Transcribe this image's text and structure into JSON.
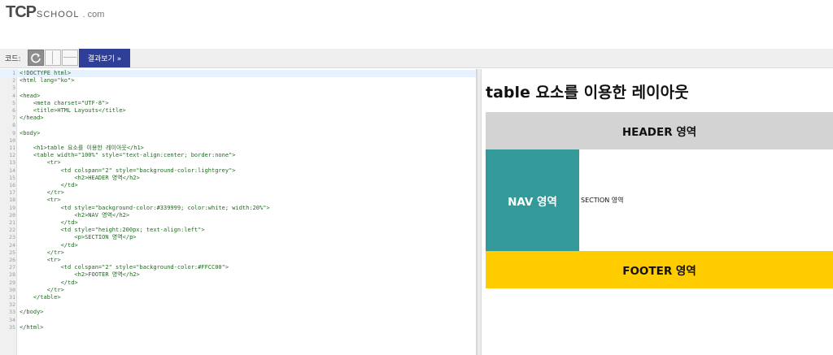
{
  "logo": {
    "tcp": "TCP",
    "school": "SCHOOL",
    "dotcom": ". com"
  },
  "toolbar": {
    "label": "코드:",
    "refresh_icon": "refresh-icon",
    "layout_vertical_icon": "split-vertical-icon",
    "layout_horizontal_icon": "split-horizontal-icon",
    "result_button": "결과보기 »"
  },
  "editor": {
    "lines": [
      {
        "n": "1",
        "text": "<!DOCTYPE html>"
      },
      {
        "n": "2",
        "text": "<html lang=\"ko\">"
      },
      {
        "n": "3",
        "text": ""
      },
      {
        "n": "4",
        "text": "<head>"
      },
      {
        "n": "5",
        "text": "    <meta charset=\"UTF-8\">"
      },
      {
        "n": "6",
        "text": "    <title>HTML Layouts</title>"
      },
      {
        "n": "7",
        "text": "</head>"
      },
      {
        "n": "8",
        "text": ""
      },
      {
        "n": "9",
        "text": "<body>"
      },
      {
        "n": "10",
        "text": ""
      },
      {
        "n": "11",
        "text": "    <h1>table 요소를 이용한 레이아웃</h1>"
      },
      {
        "n": "12",
        "text": "    <table width=\"100%\" style=\"text-align:center; border:none\">"
      },
      {
        "n": "13",
        "text": "        <tr>"
      },
      {
        "n": "14",
        "text": "            <td colspan=\"2\" style=\"background-color:lightgrey\">"
      },
      {
        "n": "15",
        "text": "                <h2>HEADER 영역</h2>"
      },
      {
        "n": "16",
        "text": "            </td>"
      },
      {
        "n": "17",
        "text": "        </tr>"
      },
      {
        "n": "18",
        "text": "        <tr>"
      },
      {
        "n": "19",
        "text": "            <td style=\"background-color:#339999; color:white; width:20%\">"
      },
      {
        "n": "20",
        "text": "                <h2>NAV 영역</h2>"
      },
      {
        "n": "21",
        "text": "            </td>"
      },
      {
        "n": "22",
        "text": "            <td style=\"height:200px; text-align:left\">"
      },
      {
        "n": "23",
        "text": "                <p>SECTION 영역</p>"
      },
      {
        "n": "24",
        "text": "            </td>"
      },
      {
        "n": "25",
        "text": "        </tr>"
      },
      {
        "n": "26",
        "text": "        <tr>"
      },
      {
        "n": "27",
        "text": "            <td colspan=\"2\" style=\"background-color:#FFCC00\">"
      },
      {
        "n": "28",
        "text": "                <h2>FOOTER 영역</h2>"
      },
      {
        "n": "29",
        "text": "            </td>"
      },
      {
        "n": "30",
        "text": "        </tr>"
      },
      {
        "n": "31",
        "text": "    </table>"
      },
      {
        "n": "32",
        "text": ""
      },
      {
        "n": "33",
        "text": "</body>"
      },
      {
        "n": "34",
        "text": ""
      },
      {
        "n": "35",
        "text": "</html>"
      }
    ]
  },
  "result": {
    "h1": "table 요소를 이용한 레이아웃",
    "header": "HEADER 영역",
    "nav": "NAV 영역",
    "section": "SECTION 영역",
    "footer": "FOOTER 영역"
  },
  "colors": {
    "result_button_bg": "#2f3e96",
    "header_bg": "#d3d3d3",
    "nav_bg": "#339999",
    "footer_bg": "#ffcc00",
    "code_text": "#1f6b1f"
  }
}
